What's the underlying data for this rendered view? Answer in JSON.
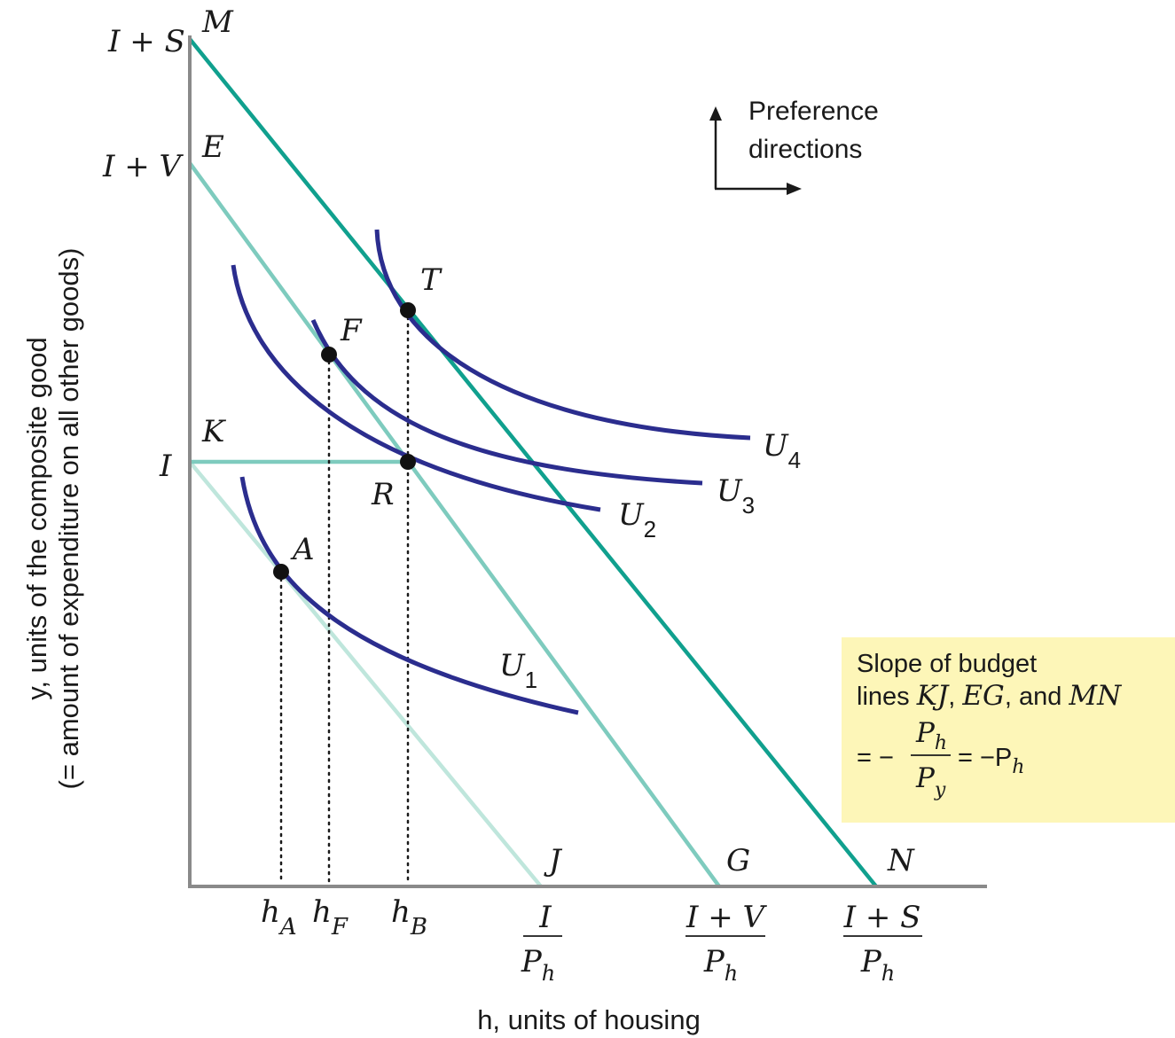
{
  "colors": {
    "indifference_curve": "#2b2d8e",
    "budget_mn": "#10a08e",
    "budget_eg": "#7ecbbe",
    "budget_kj": "#bfe6dc",
    "note_background": "#fdf6b8",
    "axis": "#8a8a8a"
  },
  "axes": {
    "y_title_line1": "y, units of the composite good",
    "y_title_line2": "(= amount of expenditure on all other goods)",
    "x_title": "h, units of housing",
    "y_ticks": {
      "i_plus_s": "I + S",
      "i_plus_v": "I + V",
      "i": "I"
    },
    "x_ticks": {
      "h_a": "h",
      "h_a_sub": "A",
      "h_f": "h",
      "h_f_sub": "F",
      "h_b": "h",
      "h_b_sub": "B",
      "i_over_ph_num": "I",
      "i_over_ph_den": "P",
      "i_over_ph_den_sub": "h",
      "ipv_over_ph_num": "I + V",
      "ipv_over_ph_den": "P",
      "ipv_over_ph_den_sub": "h",
      "ips_over_ph_num": "I + S",
      "ips_over_ph_den": "P",
      "ips_over_ph_den_sub": "h"
    }
  },
  "line_labels": {
    "m": "M",
    "e": "E",
    "k": "K",
    "j": "J",
    "g": "G",
    "n": "N"
  },
  "points": {
    "t": "T",
    "f": "F",
    "r": "R",
    "a": "A"
  },
  "curves": {
    "u1": "U",
    "u1_sub": "1",
    "u2": "U",
    "u2_sub": "2",
    "u3": "U",
    "u3_sub": "3",
    "u4": "U",
    "u4_sub": "4"
  },
  "preference": {
    "line1": "Preference",
    "line2": "directions"
  },
  "note": {
    "line1": "Slope of budget",
    "line2_prefix": "lines ",
    "kj": "KJ",
    "sep1": ", ",
    "eg": "EG",
    "sep2": ", and ",
    "mn": "MN",
    "eq_prefix": "= −",
    "frac_num": "P",
    "frac_num_sub": "h",
    "frac_den": "P",
    "frac_den_sub": "y",
    "eq_suffix": "= −P",
    "eq_suffix_sub": "h"
  }
}
